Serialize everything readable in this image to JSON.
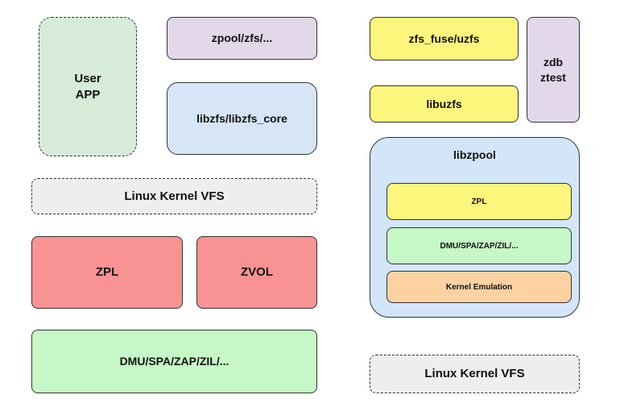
{
  "colors": {
    "user_app": "#d6ecd8",
    "tools": "#e2d8ea",
    "libzfs": "#d6e6f6",
    "vfs": "#eeeeee",
    "zpl_zvol": "#f99393",
    "dmu": "#c6f7c6",
    "fuse_yellow": "#fdf67c",
    "libzpool": "#d3e5f8",
    "kernel_emulation": "#fdd2a2",
    "border": "#333333"
  },
  "left": {
    "user_app": "User\nAPP",
    "zpool_cmd": "zpool/zfs/...",
    "libzfs": "libzfs/libzfs_core",
    "vfs": "Linux Kernel VFS",
    "zpl": "ZPL",
    "zvol": "ZVOL",
    "dmu": "DMU/SPA/ZAP/ZIL/..."
  },
  "right": {
    "zfs_fuse": "zfs_fuse/uzfs",
    "libuzfs": "libuzfs",
    "zdb_ztest": "zdb\nztest",
    "libzpool": "libzpool",
    "zpl": "ZPL",
    "dmu": "DMU/SPA/ZAP/ZIL/...",
    "kernel_emulation": "Kernel Emulation",
    "vfs": "Linux Kernel VFS"
  }
}
